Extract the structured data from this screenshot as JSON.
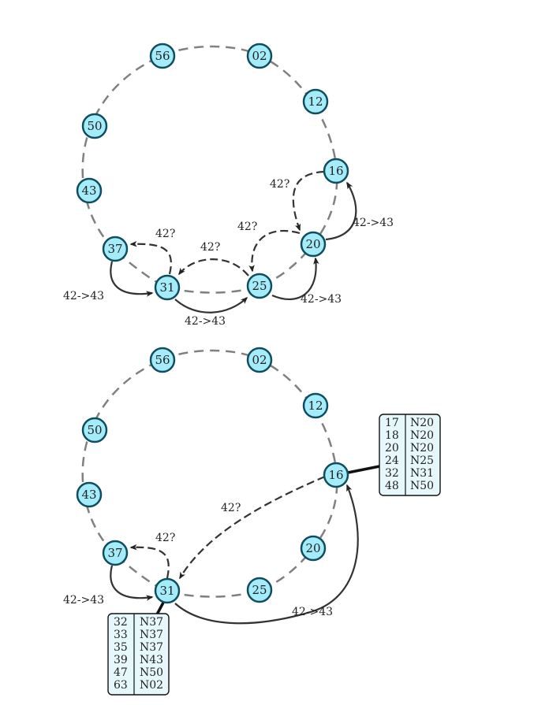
{
  "diagrams": [
    {
      "id": "top",
      "nodes": [
        "56",
        "02",
        "12",
        "16",
        "20",
        "25",
        "31",
        "37",
        "43",
        "50"
      ],
      "edges": [
        {
          "from": "16",
          "to": "20",
          "style": "dashed",
          "label": "42?"
        },
        {
          "from": "20",
          "to": "16",
          "style": "solid",
          "label": "42->43"
        },
        {
          "from": "20",
          "to": "25",
          "style": "dashed",
          "label": "42?"
        },
        {
          "from": "25",
          "to": "20",
          "style": "solid",
          "label": "42->43"
        },
        {
          "from": "25",
          "to": "31",
          "style": "dashed",
          "label": "42?"
        },
        {
          "from": "31",
          "to": "25",
          "style": "solid",
          "label": "42->43"
        },
        {
          "from": "31",
          "to": "37",
          "style": "dashed",
          "label": "42?"
        },
        {
          "from": "37",
          "to": "31",
          "style": "solid",
          "label": "42->43"
        }
      ]
    },
    {
      "id": "bottom",
      "nodes": [
        "56",
        "02",
        "12",
        "16",
        "20",
        "25",
        "31",
        "37",
        "43",
        "50"
      ],
      "edges": [
        {
          "from": "16",
          "to": "31",
          "style": "dashed",
          "label": "42?"
        },
        {
          "from": "31",
          "to": "16",
          "style": "solid",
          "label": "42->43"
        },
        {
          "from": "31",
          "to": "37",
          "style": "dashed",
          "label": "42?"
        },
        {
          "from": "37",
          "to": "31",
          "style": "solid",
          "label": "42->43"
        }
      ],
      "tables": [
        {
          "node": "16",
          "rows": [
            [
              "17",
              "N20"
            ],
            [
              "18",
              "N20"
            ],
            [
              "20",
              "N20"
            ],
            [
              "24",
              "N25"
            ],
            [
              "32",
              "N31"
            ],
            [
              "48",
              "N50"
            ]
          ]
        },
        {
          "node": "31",
          "rows": [
            [
              "32",
              "N37"
            ],
            [
              "33",
              "N37"
            ],
            [
              "35",
              "N37"
            ],
            [
              "39",
              "N43"
            ],
            [
              "47",
              "N50"
            ],
            [
              "63",
              "N02"
            ]
          ]
        }
      ]
    }
  ],
  "colors": {
    "node_fill": "#a5ecfa",
    "node_stroke": "#0f4e5f",
    "ring": "#808080",
    "edge": "#333333",
    "table_fill": "#e6f8fc"
  }
}
